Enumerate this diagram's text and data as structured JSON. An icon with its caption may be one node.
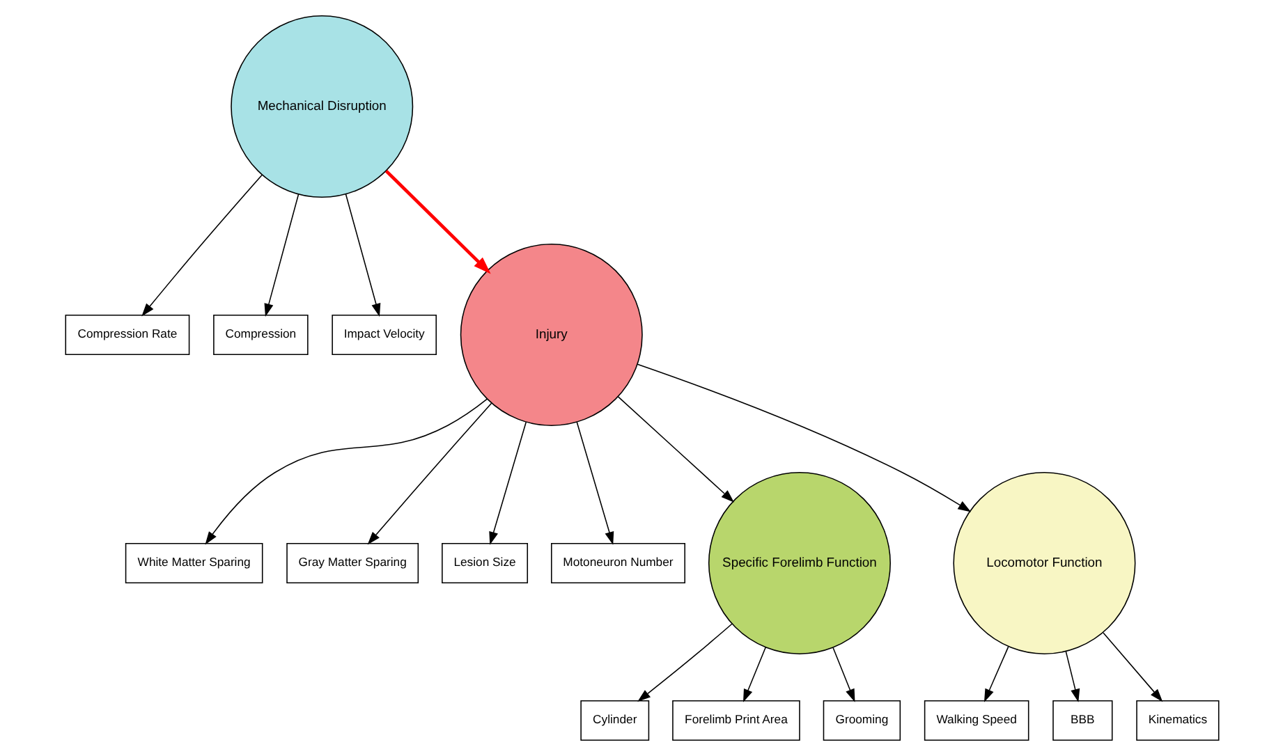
{
  "diagram": {
    "nodes": [
      {
        "text": [
          "Mechanical Disruption"
        ]
      },
      {
        "text": [
          "Compression Rate"
        ]
      },
      {
        "text": [
          "Compression"
        ]
      },
      {
        "text": [
          "Impact Velocity"
        ]
      },
      {
        "text": [
          "Injury"
        ]
      },
      {
        "text": [
          "White Matter Sparing"
        ]
      },
      {
        "text": [
          "Gray Matter Sparing"
        ]
      },
      {
        "text": [
          "Lesion Size"
        ]
      },
      {
        "text": [
          "Motoneuron Number"
        ]
      },
      {
        "text": [
          "Specific Forelimb Function"
        ]
      },
      {
        "text": [
          "Locomotor Function"
        ]
      },
      {
        "text": [
          "Cylinder"
        ]
      },
      {
        "text": [
          "Forelimb Print Area"
        ]
      },
      {
        "text": [
          "Grooming"
        ]
      },
      {
        "text": [
          "Walking Speed"
        ]
      },
      {
        "text": [
          "BBB"
        ]
      },
      {
        "text": [
          "Kinematics"
        ]
      }
    ],
    "edges": [
      {
        "from": 0,
        "to": 1,
        "arrow": "to"
      },
      {
        "from": 0,
        "to": 2,
        "arrow": "to"
      },
      {
        "from": 0,
        "to": 3,
        "arrow": "to"
      },
      {
        "from": 0,
        "to": 4,
        "arrow": "to",
        "style": "thick",
        "color": "#ff0000"
      },
      {
        "from": 4,
        "to": 5,
        "arrow": "to"
      },
      {
        "from": 4,
        "to": 6,
        "arrow": "to"
      },
      {
        "from": 4,
        "to": 7,
        "arrow": "to"
      },
      {
        "from": 4,
        "to": 8,
        "arrow": "to"
      },
      {
        "from": 4,
        "to": 9,
        "arrow": "to"
      },
      {
        "from": 4,
        "to": 10,
        "arrow": "to"
      },
      {
        "from": 9,
        "to": 11,
        "arrow": "to"
      },
      {
        "from": 9,
        "to": 12,
        "arrow": "to"
      },
      {
        "from": 9,
        "to": 13,
        "arrow": "to"
      },
      {
        "from": 10,
        "to": 14,
        "arrow": "to"
      },
      {
        "from": 10,
        "to": 15,
        "arrow": "to"
      },
      {
        "from": 10,
        "to": 16,
        "arrow": "to"
      }
    ]
  }
}
